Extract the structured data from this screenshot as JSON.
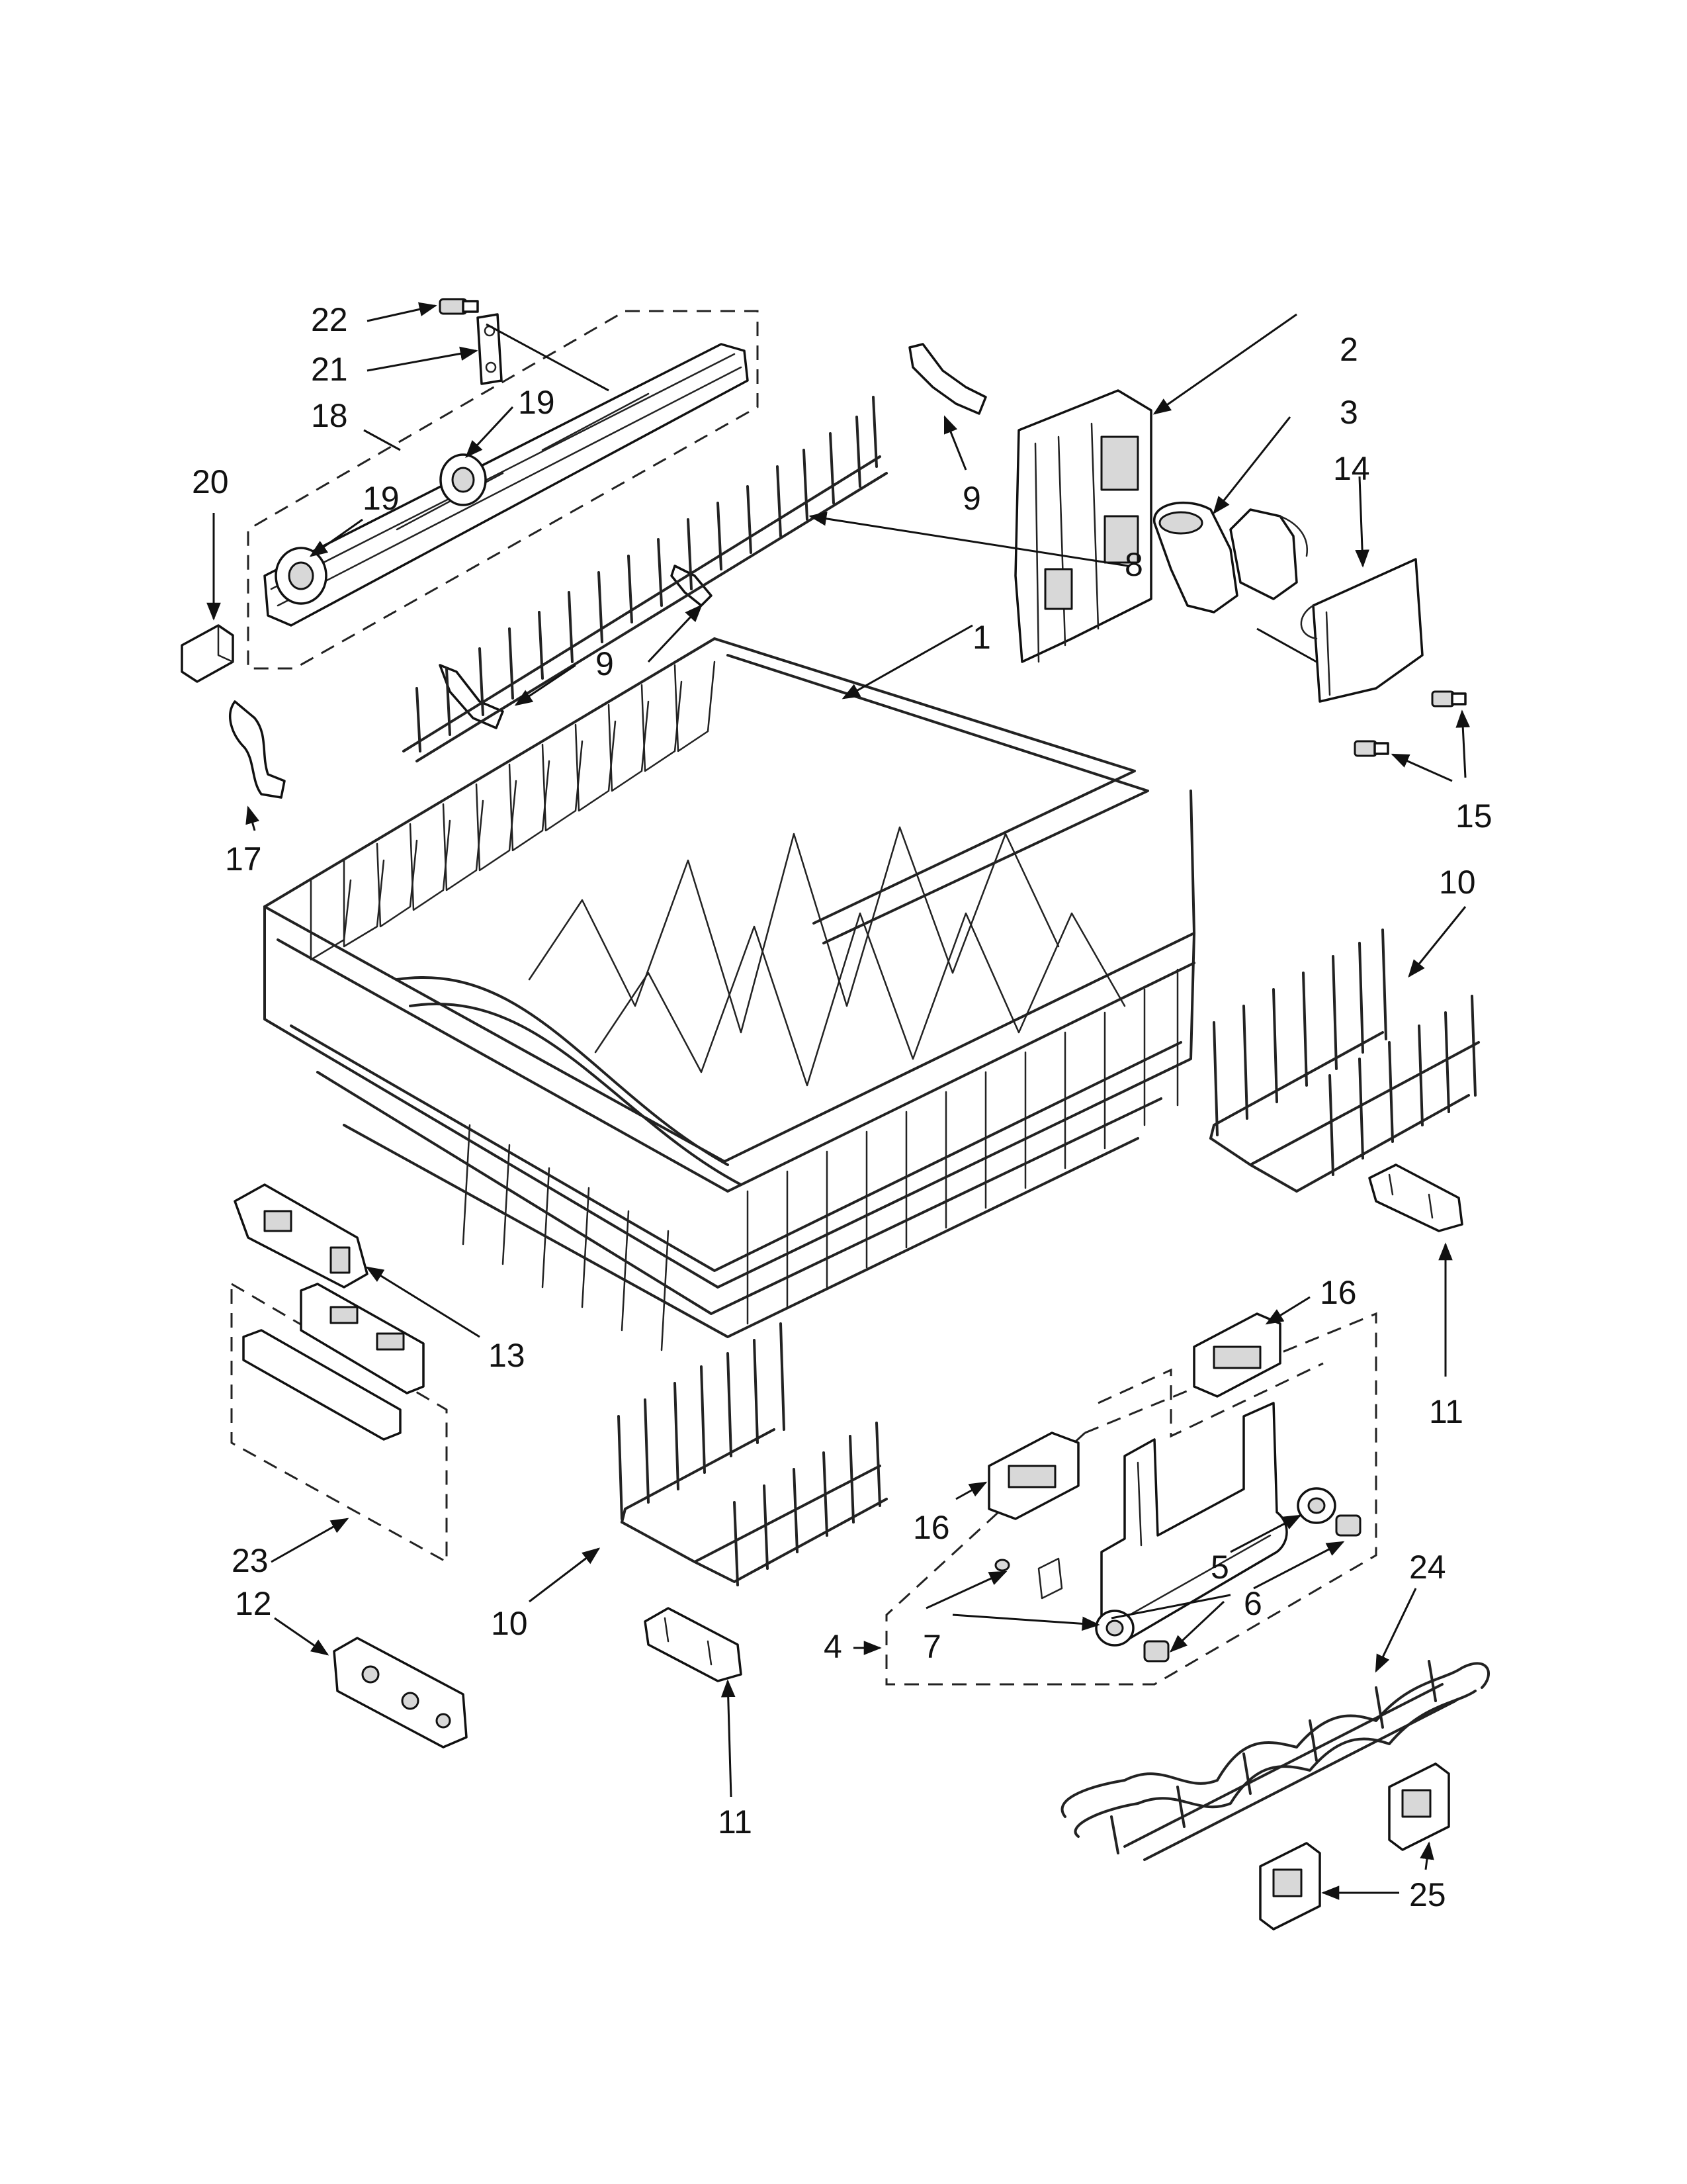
{
  "diagram": {
    "callouts": {
      "c1": "1",
      "c2": "2",
      "c3": "3",
      "c4": "4",
      "c5": "5",
      "c6": "6",
      "c7": "7",
      "c8": "8",
      "c9a": "9",
      "c9b": "9",
      "c10a": "10",
      "c10b": "10",
      "c11a": "11",
      "c11b": "11",
      "c12": "12",
      "c13": "13",
      "c14": "14",
      "c15": "15",
      "c16a": "16",
      "c16b": "16",
      "c17": "17",
      "c18": "18",
      "c19a": "19",
      "c19b": "19",
      "c20": "20",
      "c21": "21",
      "c22": "22",
      "c23": "23",
      "c24": "24",
      "c25": "25"
    }
  }
}
